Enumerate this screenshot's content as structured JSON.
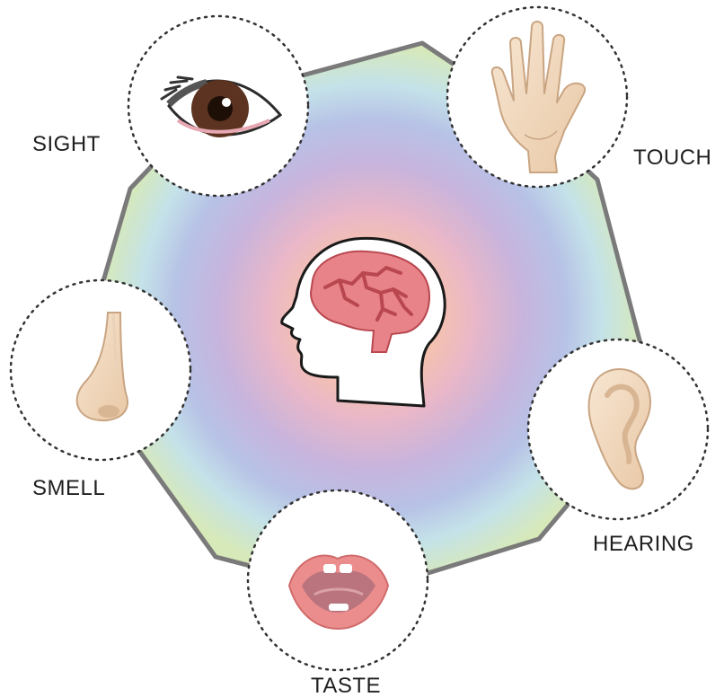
{
  "senses": {
    "sight": "SIGHT",
    "touch": "TOUCH",
    "smell": "SMELL",
    "hearing": "HEARING",
    "taste": "TASTE"
  },
  "colors": {
    "ring_outline": "#7a7a7a",
    "circle_border": "#333333",
    "brain": "#e9838a",
    "brain_dark": "#b9474f",
    "skin": "#f3dcc3",
    "skin_shadow": "#d8b593",
    "iris": "#5b3320",
    "lips": "#ec8d8d",
    "mouth_inside": "#b9747e"
  },
  "icons": [
    "eye-icon",
    "hand-icon",
    "nose-icon",
    "ear-icon",
    "mouth-icon",
    "head-brain-icon"
  ]
}
